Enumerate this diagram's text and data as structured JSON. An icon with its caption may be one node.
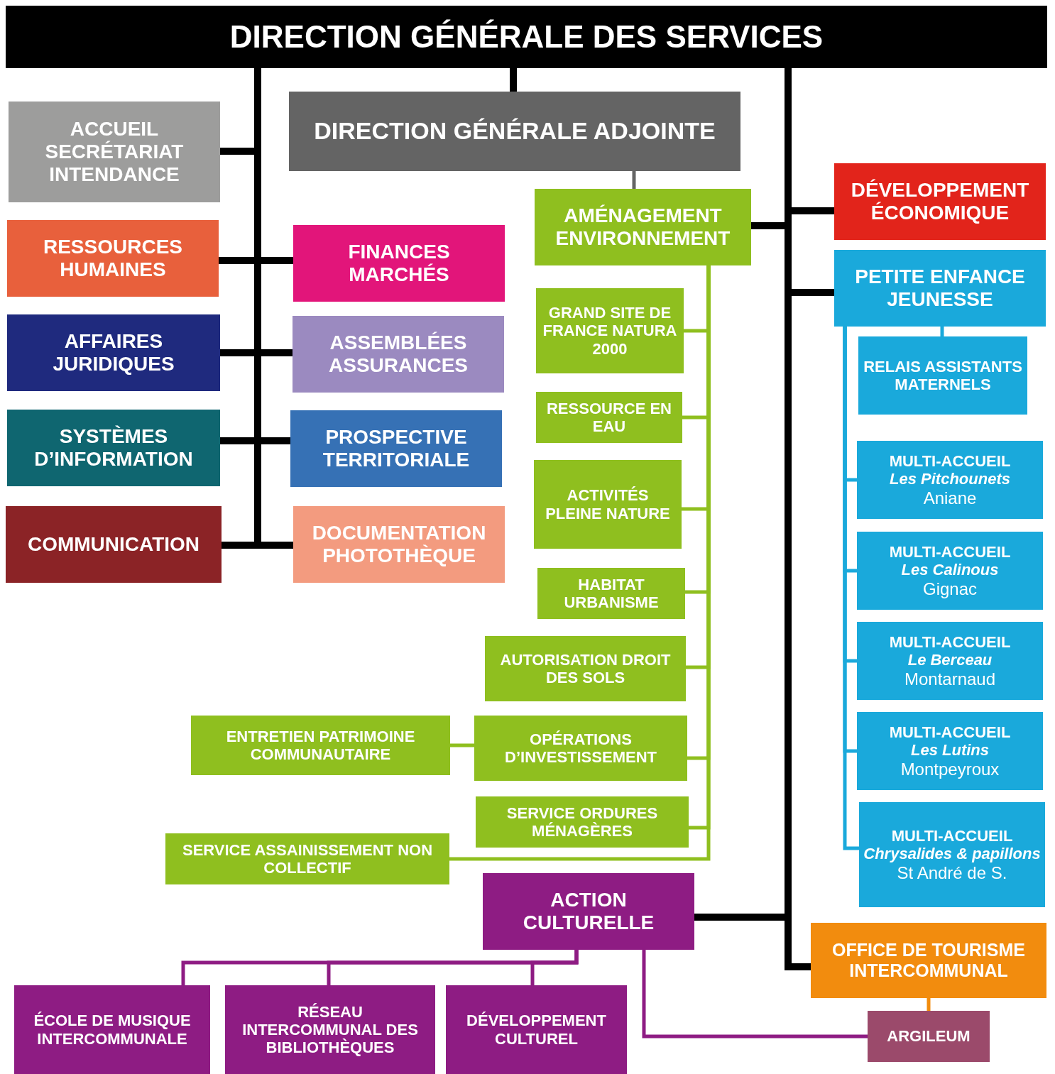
{
  "diagram": {
    "nodes": [
      {
        "text": [
          "DIRECTION GÉNÉRALE DES SERVICES"
        ]
      },
      {
        "text": [
          "ACCUEIL SECRÉTARIAT INTENDANCE"
        ]
      },
      {
        "text": [
          "DIRECTION GÉNÉRALE ADJOINTE"
        ]
      },
      {
        "text": [
          "RESSOURCES HUMAINES"
        ]
      },
      {
        "text": [
          "FINANCES MARCHÉS"
        ]
      },
      {
        "text": [
          "AFFAIRES JURIDIQUES"
        ]
      },
      {
        "text": [
          "ASSEMBLÉES ASSURANCES"
        ]
      },
      {
        "text": [
          "SYSTÈMES D’INFORMATION"
        ]
      },
      {
        "text": [
          "PROSPECTIVE TERRITORIALE"
        ]
      },
      {
        "text": [
          "COMMUNICATION"
        ]
      },
      {
        "text": [
          "DOCUMENTATION PHOTOTHÈQUE"
        ]
      },
      {
        "text": [
          "AMÉNAGEMENT ENVIRONNEMENT"
        ]
      },
      {
        "text": [
          "DÉVELOPPEMENT ÉCONOMIQUE"
        ]
      },
      {
        "text": [
          "PETITE ENFANCE JEUNESSE"
        ]
      },
      {
        "text": [
          "GRAND SITE DE FRANCE NATURA 2000"
        ]
      },
      {
        "text": [
          "RELAIS ASSISTANTS MATERNELS"
        ]
      },
      {
        "text": [
          "RESSOURCE EN EAU"
        ]
      },
      {
        "text": [
          "MULTI-ACCUEIL",
          "Les Pitchounets",
          "Aniane"
        ]
      },
      {
        "text": [
          "ACTIVITÉS PLEINE NATURE"
        ]
      },
      {
        "text": [
          "MULTI-ACCUEIL",
          "Les Calinous",
          "Gignac"
        ]
      },
      {
        "text": [
          "HABITAT URBANISME"
        ]
      },
      {
        "text": [
          "MULTI-ACCUEIL",
          "Le Berceau",
          "Montarnaud"
        ]
      },
      {
        "text": [
          "AUTORISATION DROIT DES SOLS"
        ]
      },
      {
        "text": [
          "ENTRETIEN PATRIMOINE COMMUNAUTAIRE"
        ]
      },
      {
        "text": [
          "OPÉRATIONS D’INVESTISSEMENT"
        ]
      },
      {
        "text": [
          "MULTI-ACCUEIL",
          "Les Lutins",
          "Montpeyroux"
        ]
      },
      {
        "text": [
          "SERVICE ORDURES MÉNAGÈRES"
        ]
      },
      {
        "text": [
          "MULTI-ACCUEIL",
          "Chrysalides & papillons",
          "St André de S."
        ]
      },
      {
        "text": [
          "SERVICE ASSAINISSEMENT NON COLLECTIF"
        ]
      },
      {
        "text": [
          "ACTION CULTURELLE"
        ]
      },
      {
        "text": [
          "OFFICE DE TOURISME INTERCOMMUNAL"
        ]
      },
      {
        "text": [
          "ÉCOLE DE MUSIQUE INTERCOMMUNALE"
        ]
      },
      {
        "text": [
          "RÉSEAU INTERCOMMUNAL DES BIBLIOTHÈQUES"
        ]
      },
      {
        "text": [
          "DÉVELOPPEMENT CULTUREL"
        ]
      },
      {
        "text": [
          "ARGILEUM"
        ]
      }
    ],
    "edges": [
      {
        "from": 0,
        "to": 2,
        "arrow": "none",
        "style": "thick"
      },
      {
        "from": 0,
        "to": 1,
        "arrow": "none",
        "style": "thick"
      },
      {
        "from": 0,
        "to": 3,
        "arrow": "none",
        "style": "thick"
      },
      {
        "from": 0,
        "to": 4,
        "arrow": "none",
        "style": "thick"
      },
      {
        "from": 0,
        "to": 5,
        "arrow": "none",
        "style": "thick"
      },
      {
        "from": 0,
        "to": 6,
        "arrow": "none",
        "style": "thick"
      },
      {
        "from": 0,
        "to": 7,
        "arrow": "none",
        "style": "thick"
      },
      {
        "from": 0,
        "to": 8,
        "arrow": "none",
        "style": "thick"
      },
      {
        "from": 0,
        "to": 9,
        "arrow": "none",
        "style": "thick"
      },
      {
        "from": 0,
        "to": 10,
        "arrow": "none",
        "style": "thick"
      },
      {
        "from": 0,
        "to": 11,
        "arrow": "none",
        "style": "thick"
      },
      {
        "from": 0,
        "to": 12,
        "arrow": "none",
        "style": "thick"
      },
      {
        "from": 0,
        "to": 13,
        "arrow": "none",
        "style": "thick"
      },
      {
        "from": 0,
        "to": 29,
        "arrow": "none",
        "style": "thick"
      },
      {
        "from": 0,
        "to": 30,
        "arrow": "none",
        "style": "thick"
      },
      {
        "from": 2,
        "to": 11,
        "arrow": "none",
        "color": "#646464"
      },
      {
        "from": 11,
        "to": 14,
        "arrow": "none",
        "color": "#8fbf1f"
      },
      {
        "from": 11,
        "to": 16,
        "arrow": "none",
        "color": "#8fbf1f"
      },
      {
        "from": 11,
        "to": 18,
        "arrow": "none",
        "color": "#8fbf1f"
      },
      {
        "from": 11,
        "to": 20,
        "arrow": "none",
        "color": "#8fbf1f"
      },
      {
        "from": 11,
        "to": 22,
        "arrow": "none",
        "color": "#8fbf1f"
      },
      {
        "from": 11,
        "to": 24,
        "arrow": "none",
        "color": "#8fbf1f"
      },
      {
        "from": 11,
        "to": 26,
        "arrow": "none",
        "color": "#8fbf1f"
      },
      {
        "from": 11,
        "to": 28,
        "arrow": "none",
        "color": "#8fbf1f"
      },
      {
        "from": 23,
        "to": 24,
        "arrow": "none",
        "color": "#8fbf1f"
      },
      {
        "from": 13,
        "to": 15,
        "arrow": "none",
        "color": "#1aa9db"
      },
      {
        "from": 13,
        "to": 17,
        "arrow": "none",
        "color": "#1aa9db"
      },
      {
        "from": 13,
        "to": 19,
        "arrow": "none",
        "color": "#1aa9db"
      },
      {
        "from": 13,
        "to": 21,
        "arrow": "none",
        "color": "#1aa9db"
      },
      {
        "from": 13,
        "to": 25,
        "arrow": "none",
        "color": "#1aa9db"
      },
      {
        "from": 13,
        "to": 27,
        "arrow": "none",
        "color": "#1aa9db"
      },
      {
        "from": 29,
        "to": 31,
        "arrow": "none",
        "color": "#8e1c83"
      },
      {
        "from": 29,
        "to": 32,
        "arrow": "none",
        "color": "#8e1c83"
      },
      {
        "from": 29,
        "to": 33,
        "arrow": "none",
        "color": "#8e1c83"
      },
      {
        "from": 29,
        "to": 34,
        "arrow": "none",
        "color": "#8e1c83"
      },
      {
        "from": 30,
        "to": 34,
        "arrow": "none",
        "color": "#f28c0e"
      }
    ]
  }
}
